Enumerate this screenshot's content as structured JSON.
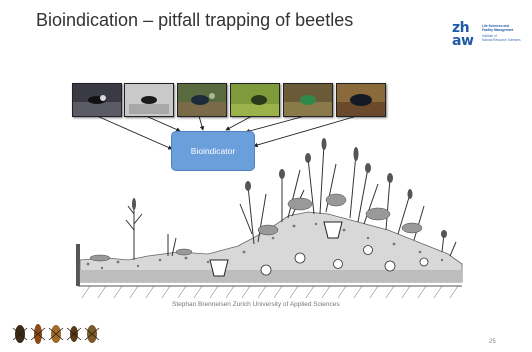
{
  "slide": {
    "title": "Bioindication – pitfall trapping of beetles",
    "page_number": "25"
  },
  "logo": {
    "line1": "zh",
    "line2": "aw",
    "school_line1": "Life Sciences and",
    "school_line2": "Facility Management",
    "inst_line1": "Institute of",
    "inst_line2": "Natural Resource Sciences",
    "color": "#1f5aa6"
  },
  "diagram": {
    "center_label": "Bioindicator",
    "box_color": "#6b9fdc",
    "photo_icons": [
      "beetle-photo-1-icon",
      "beetle-photo-2-icon",
      "beetle-photo-3-icon",
      "beetle-photo-4-icon",
      "beetle-photo-5-icon",
      "beetle-photo-6-icon"
    ]
  },
  "credit": "Stephan Brenneisen Zurich University of Applied Sciences",
  "beetle_strip": {
    "icon": "beetle-specimens-icon"
  }
}
